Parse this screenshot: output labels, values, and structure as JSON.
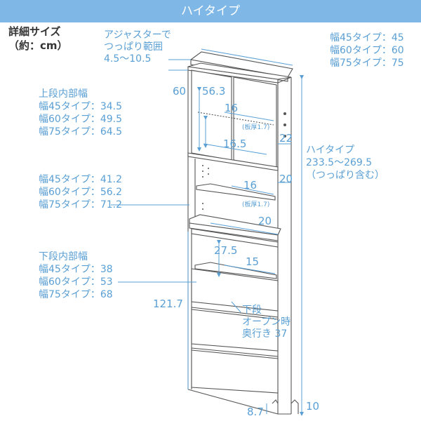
{
  "header": {
    "title": "ハイタイプ"
  },
  "detail": {
    "line1": "詳細サイズ",
    "line2": "（約：cm）"
  },
  "adjuster": {
    "line1": "アジャスターで",
    "line2": "つっぱり範囲",
    "line3": "4.5～10.5"
  },
  "width_types": [
    "幅45タイプ：45",
    "幅60タイプ：60",
    "幅75タイプ：75"
  ],
  "upper_inner": {
    "title": "上段内部幅",
    "items": [
      "幅45タイプ：34.5",
      "幅60タイプ：49.5",
      "幅75タイプ：64.5"
    ]
  },
  "middle_inner": {
    "items": [
      "幅45タイプ：41.2",
      "幅60タイプ：56.2",
      "幅75タイプ：71.2"
    ]
  },
  "lower_inner": {
    "title": "下段内部幅",
    "items": [
      "幅45タイプ：38",
      "幅60タイプ：53",
      "幅75タイプ：68"
    ]
  },
  "height": {
    "line1": "ハイタイプ",
    "line2": "233.5～269.5",
    "line3": "（つっぱり含む）"
  },
  "lower_open": {
    "line1": "下段",
    "line2": "オープン時",
    "line3": "奥行き 37"
  },
  "dims": {
    "d60": "60",
    "d56_3": "56.3",
    "d16a": "16",
    "d16_5": "16.5",
    "d22": "22",
    "d20a": "20",
    "d16b": "16",
    "d20b": "20",
    "d27_5": "27.5",
    "d15": "15",
    "d121_7": "121.7",
    "d8_7": "8.7",
    "d10": "10"
  },
  "shelf_note": "(板厚1.7)",
  "colors": {
    "accent": "#5a9fd4",
    "header": "#7fb8e6",
    "line": "#555555"
  }
}
